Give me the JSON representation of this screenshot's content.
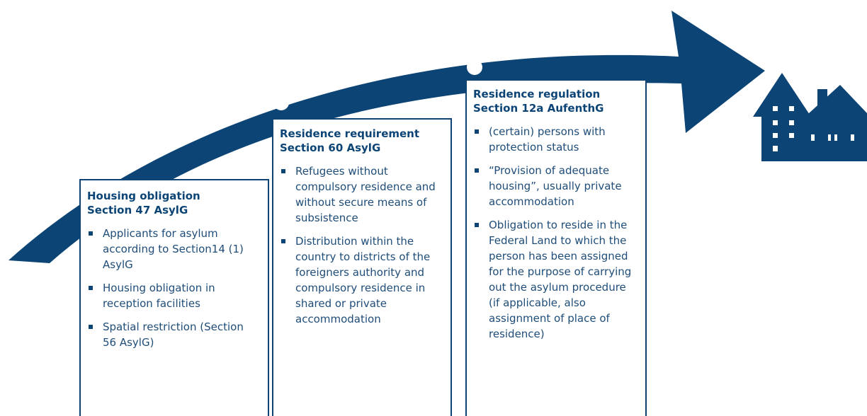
{
  "colors": {
    "accent": "#0c4475",
    "text": "#1f4d78",
    "background": "#ffffff"
  },
  "icons": {
    "house": "house-icon"
  },
  "stages": [
    {
      "title_line1": "Housing obligation",
      "title_line2": "Section 47 AsylG",
      "bullets": [
        "Applicants for asylum according to Section14 (1) AsylG",
        "Housing obligation in reception facilities",
        "Spatial restriction (Section 56 AsylG)"
      ]
    },
    {
      "title_line1": "Residence requirement",
      "title_line2": "Section 60 AsylG",
      "bullets": [
        "Refugees without compulsory residence and without secure means of subsistence",
        "Distribution within the country to districts of the foreigners authority and compulsory residence in shared or private accommodation"
      ]
    },
    {
      "title_line1": "Residence regulation",
      "title_line2": "Section 12a AufenthG",
      "bullets": [
        "(certain) persons with protection status",
        "“Provision of adequate housing”, usually private accommodation",
        "Obligation to reside in the Federal Land to which the person has been assigned for the purpose of carrying out the asylum procedure (if applicable, also assignment of place of residence)"
      ]
    }
  ]
}
